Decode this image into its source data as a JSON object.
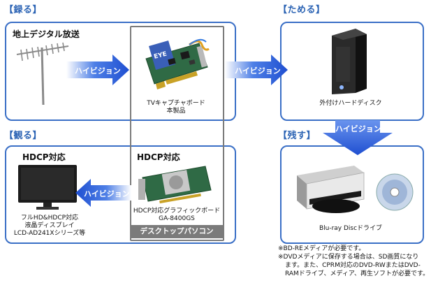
{
  "sections": {
    "record": "【録る】",
    "store": "【ためる】",
    "watch": "【観る】",
    "keep": "【残す】"
  },
  "record": {
    "source_label": "地上デジタル放送",
    "capture_board_line1": "TVキャプチャボード",
    "capture_board_line2": "本製品"
  },
  "store": {
    "hdd_label": "外付けハードディスク"
  },
  "watch": {
    "monitor_heading": "HDCP対応",
    "monitor_line1": "フルHD&HDCP対応",
    "monitor_line2": "液晶ディスプレイ",
    "monitor_line3": "LCD-AD241Xシリーズ等",
    "gpu_heading": "HDCP対応",
    "gpu_line1": "HDCP対応グラフィックボード",
    "gpu_line2": "GA-8400GS"
  },
  "keep": {
    "drive_label": "Blu-ray Discドライブ"
  },
  "pc_label": "デスクトップパソコン",
  "arrows": {
    "antenna_to_board": "ハイビジョン",
    "board_to_hdd": "ハイビジョン",
    "hdd_to_bluray": "ハイビジョン",
    "gpu_to_monitor": "ハイビジョン"
  },
  "notes": {
    "line1": "※BD-REメディアが必要です。",
    "line2": "※DVDメディアに保存する場合は、SD画質になり",
    "line3": "ます。また、CPRM対応のDVD-RWまたはDVD-",
    "line4": "RAMドライブ、メディア、再生ソフトが必要です。"
  },
  "colors": {
    "section_title": "#2b63b4",
    "panel_border": "#3a6fc6",
    "arrow_fill": "#1f4fd1",
    "pc_frame": "#7b7b7b"
  }
}
